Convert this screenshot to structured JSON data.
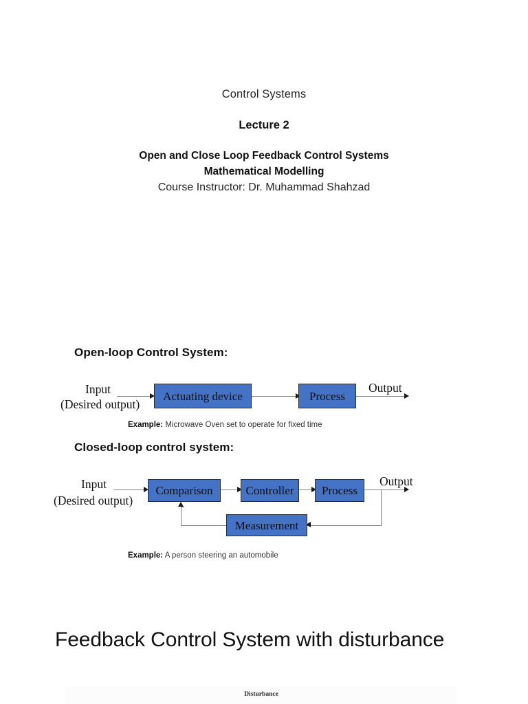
{
  "document": {
    "course_title": "Control Systems",
    "lecture_title": "Lecture 2",
    "topic_line_1": "Open and Close Loop Feedback Control Systems",
    "topic_line_2": "Mathematical Modelling",
    "instructor": "Course Instructor: Dr. Muhammad Shahzad"
  },
  "open_loop": {
    "heading": "Open-loop Control System:",
    "input_label_line1": "Input",
    "input_label_line2": "(Desired output)",
    "output_label": "Output",
    "blocks": [
      {
        "label": "Actuating device"
      },
      {
        "label": "Process"
      }
    ],
    "example_prefix": "Example:",
    "example_text": "Microwave Oven set to operate for fixed time"
  },
  "closed_loop": {
    "heading": "Closed-loop control system:",
    "input_label_line1": "Input",
    "input_label_line2": "(Desired output)",
    "output_label": "Output",
    "blocks": [
      {
        "label": "Comparison"
      },
      {
        "label": "Controller"
      },
      {
        "label": "Process"
      },
      {
        "label": "Measurement"
      }
    ],
    "example_prefix": "Example:",
    "example_text": "A person steering an automobile"
  },
  "feedback_section": {
    "heading": "Feedback Control System with disturbance",
    "disturbance_label": "Disturbance"
  },
  "colors": {
    "block_fill": "#4472C4",
    "block_border": "#2b2b2b",
    "wire": "#808080",
    "text": "#111111",
    "page_background": "#ffffff",
    "slide_background": "#fcfcfc"
  }
}
